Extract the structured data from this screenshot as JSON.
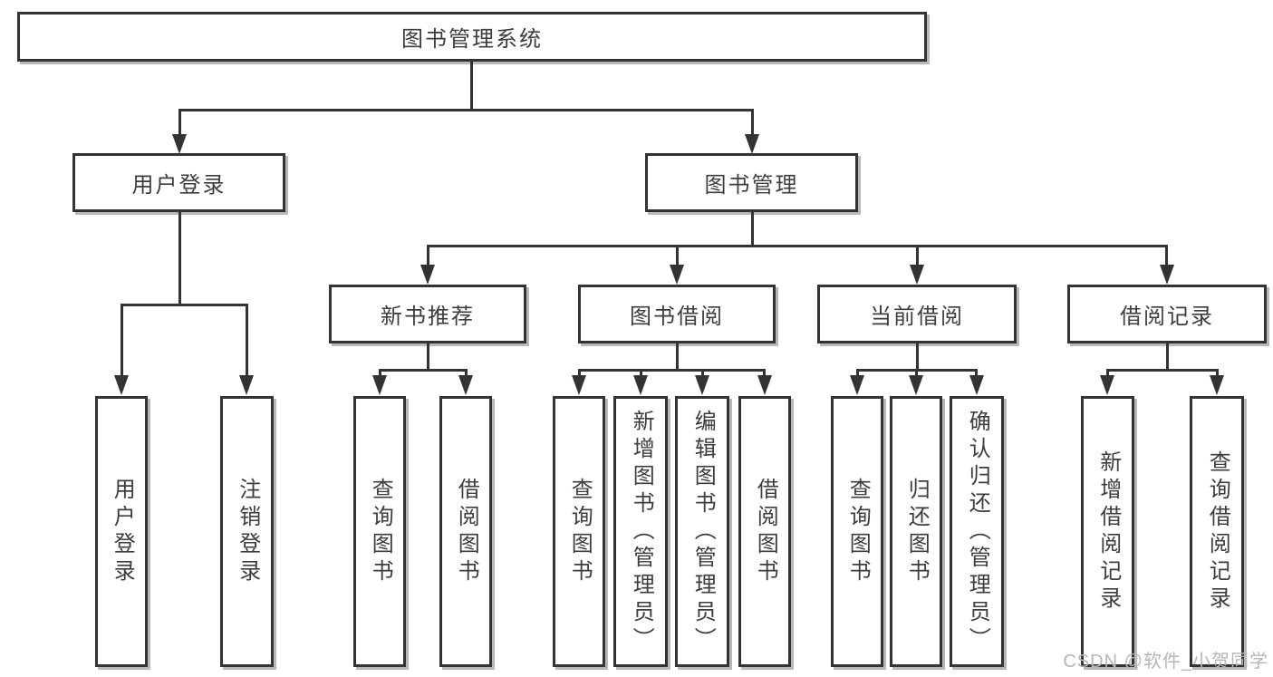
{
  "tree": {
    "label": "图书管理系统",
    "children": [
      {
        "label": "用户登录",
        "children": [
          {
            "label": "用户登录"
          },
          {
            "label": "注销登录"
          }
        ]
      },
      {
        "label": "图书管理",
        "children": [
          {
            "label": "新书推荐",
            "children": [
              {
                "label": "查询图书"
              },
              {
                "label": "借阅图书"
              }
            ]
          },
          {
            "label": "图书借阅",
            "children": [
              {
                "label": "查询图书"
              },
              {
                "label": "新增图书（管理员）"
              },
              {
                "label": "编辑图书（管理员）"
              },
              {
                "label": "借阅图书"
              }
            ]
          },
          {
            "label": "当前借阅",
            "children": [
              {
                "label": "查询图书"
              },
              {
                "label": "归还图书"
              },
              {
                "label": "确认归还（管理员）"
              }
            ]
          },
          {
            "label": "借阅记录",
            "children": [
              {
                "label": "新增借阅记录"
              },
              {
                "label": "查询借阅记录"
              }
            ]
          }
        ]
      }
    ]
  },
  "watermark": {
    "text": "CSDN @软件_小贺同学"
  },
  "colors": {
    "line": "#333333",
    "text": "#3d3d3d",
    "box_bg": "#ffffff",
    "shadow": "rgba(0,0,0,0.28)",
    "watermark": "#b3b6bb"
  }
}
